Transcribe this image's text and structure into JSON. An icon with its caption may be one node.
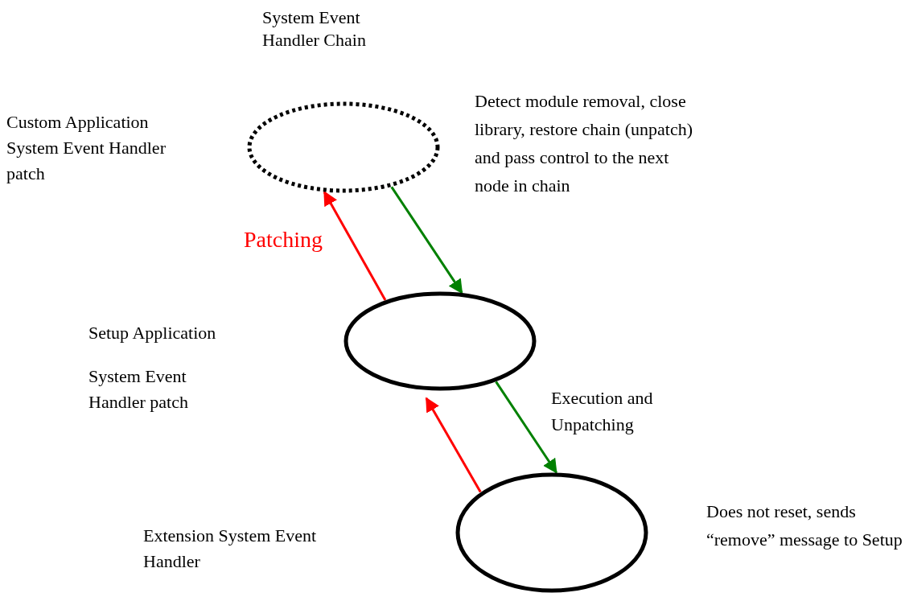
{
  "diagram": {
    "nodes": [
      {
        "text": [
          "System Event Handler Chain"
        ]
      },
      {
        "text": [],
        "shape": "ellipse",
        "beside": [
          "Setup Application",
          "System Event Handler patch"
        ]
      },
      {
        "text": [],
        "shape": "ellipse",
        "beside": [
          "Does not reset, sends “remove” message to Setup"
        ]
      }
    ],
    "edges": [
      {
        "from": 1,
        "to": 0,
        "arrow": "to",
        "label": "Patching",
        "color": "#ff0000"
      },
      {
        "from": 0,
        "to": 1,
        "arrow": "to",
        "color": "#008000"
      },
      {
        "from": 2,
        "to": 1,
        "arrow": "to",
        "color": "#ff0000"
      },
      {
        "from": 1,
        "to": 2,
        "arrow": "to",
        "color": "#008000"
      }
    ],
    "labels": [
      "Custom Application System Event Handler patch",
      "Detect module removal, close library,  restore chain (unpatch) and pass control to the next node in chain",
      "Execution and Unpatching",
      "Extension System Event Handler"
    ]
  }
}
